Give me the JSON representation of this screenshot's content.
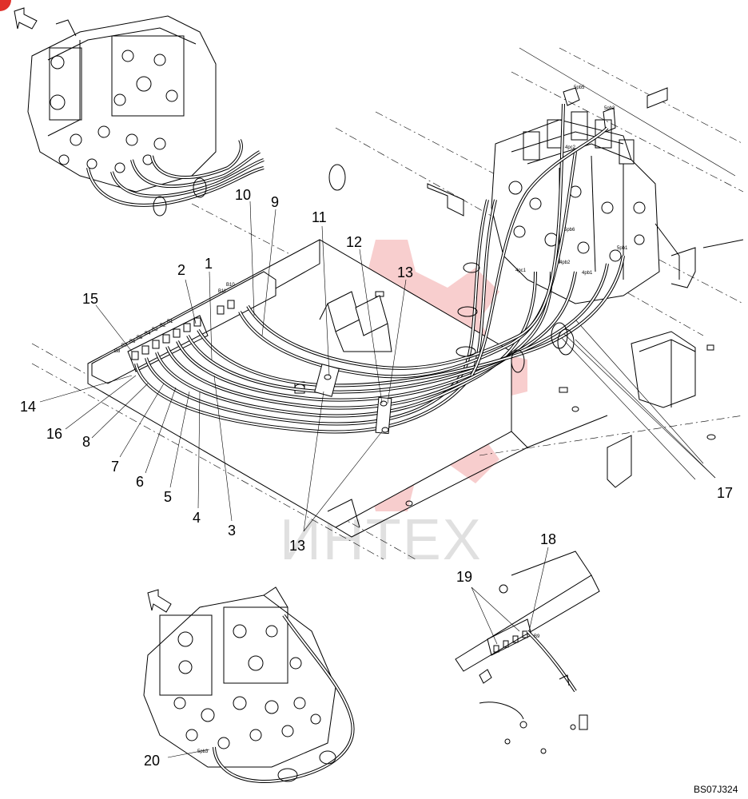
{
  "diagram_code": "BS07J324",
  "watermark": "ИНТЕХ",
  "callouts": [
    "1",
    "2",
    "3",
    "4",
    "5",
    "6",
    "7",
    "8",
    "9",
    "10",
    "11",
    "12",
    "13",
    "13",
    "14",
    "15",
    "16",
    "17",
    "18",
    "19",
    "20"
  ],
  "port_labels": [
    "B10",
    "B11",
    "B1",
    "B2",
    "B3",
    "B4",
    "B5",
    "B6",
    "B7",
    "B8",
    "B9",
    "5pb5",
    "5pb2",
    "5pb6",
    "5pb1",
    "4pb2",
    "4pb1",
    "4pc1",
    "4pc2",
    "5pb3"
  ]
}
